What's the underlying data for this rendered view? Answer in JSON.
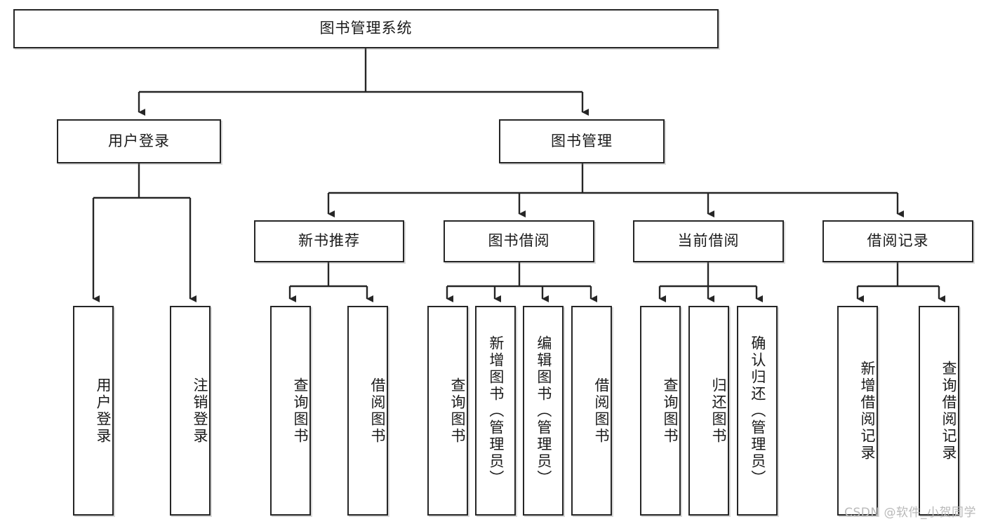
{
  "diagram": {
    "type": "tree",
    "title": "图书管理系统",
    "watermark": "CSDN @软件_小贺同学",
    "colors": {
      "box_border": "#262626",
      "box_fill": "#ffffff",
      "connector": "#262626",
      "text": "#1a1a1a",
      "watermark": "#b9b9b9"
    },
    "levels": {
      "root": "图书管理系统",
      "level2": [
        "用户登录",
        "图书管理"
      ],
      "level3": [
        "新书推荐",
        "图书借阅",
        "当前借阅",
        "借阅记录"
      ]
    },
    "nodes": {
      "root": {
        "label": "图书管理系统"
      },
      "user_login": {
        "label": "用户登录"
      },
      "book_mgmt": {
        "label": "图书管理"
      },
      "new_book_rec": {
        "label": "新书推荐"
      },
      "book_borrow": {
        "label": "图书借阅"
      },
      "current_borrow": {
        "label": "当前借阅"
      },
      "borrow_record": {
        "label": "借阅记录"
      },
      "leaf_user_login": {
        "label": "用户登录"
      },
      "leaf_logout": {
        "label": "注销登录"
      },
      "leaf_query_book_1": {
        "label": "查询图书"
      },
      "leaf_borrow_book_1": {
        "label": "借阅图书"
      },
      "leaf_query_book_2": {
        "label": "查询图书"
      },
      "leaf_add_book": {
        "label": "新增图书（管理员）"
      },
      "leaf_edit_book": {
        "label": "编辑图书（管理员）"
      },
      "leaf_borrow_book_2": {
        "label": "借阅图书"
      },
      "leaf_query_book_3": {
        "label": "查询图书"
      },
      "leaf_return_book": {
        "label": "归还图书"
      },
      "leaf_confirm_return": {
        "label": "确认归还（管理员）"
      },
      "leaf_add_record": {
        "label": "新增借阅记录"
      },
      "leaf_query_record": {
        "label": "查询借阅记录"
      }
    },
    "edges": [
      {
        "from": "root",
        "to": "user_login"
      },
      {
        "from": "root",
        "to": "book_mgmt"
      },
      {
        "from": "user_login",
        "to": "leaf_user_login"
      },
      {
        "from": "user_login",
        "to": "leaf_logout"
      },
      {
        "from": "book_mgmt",
        "to": "new_book_rec"
      },
      {
        "from": "book_mgmt",
        "to": "book_borrow"
      },
      {
        "from": "book_mgmt",
        "to": "current_borrow"
      },
      {
        "from": "book_mgmt",
        "to": "borrow_record"
      },
      {
        "from": "new_book_rec",
        "to": "leaf_query_book_1"
      },
      {
        "from": "new_book_rec",
        "to": "leaf_borrow_book_1"
      },
      {
        "from": "book_borrow",
        "to": "leaf_query_book_2"
      },
      {
        "from": "book_borrow",
        "to": "leaf_add_book"
      },
      {
        "from": "book_borrow",
        "to": "leaf_edit_book"
      },
      {
        "from": "book_borrow",
        "to": "leaf_borrow_book_2"
      },
      {
        "from": "current_borrow",
        "to": "leaf_query_book_3"
      },
      {
        "from": "current_borrow",
        "to": "leaf_return_book"
      },
      {
        "from": "current_borrow",
        "to": "leaf_confirm_return"
      },
      {
        "from": "borrow_record",
        "to": "leaf_add_record"
      },
      {
        "from": "borrow_record",
        "to": "leaf_query_record"
      }
    ]
  }
}
